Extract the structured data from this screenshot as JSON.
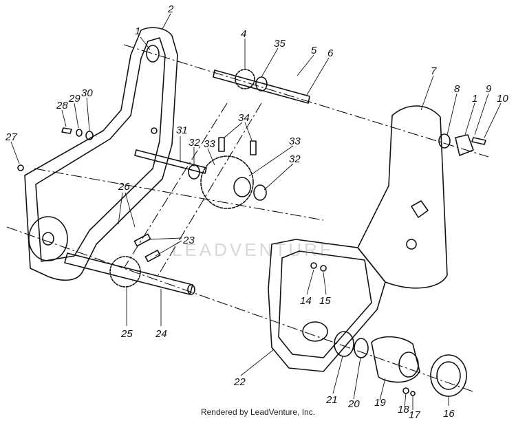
{
  "watermark": "LEADVENTURE",
  "footer": "Rendered by LeadVenture, Inc.",
  "parts": {
    "p1a": "1",
    "p1b": "1",
    "p2": "2",
    "p4": "4",
    "p5": "5",
    "p6": "6",
    "p7": "7",
    "p8": "8",
    "p9": "9",
    "p10": "10",
    "p14": "14",
    "p15": "15",
    "p16": "16",
    "p17": "17",
    "p18": "18",
    "p19": "19",
    "p20": "20",
    "p21": "21",
    "p22": "22",
    "p23": "23",
    "p24": "24",
    "p25": "25",
    "p26": "26",
    "p27": "27",
    "p28": "28",
    "p29": "29",
    "p30": "30",
    "p31": "31",
    "p32a": "32",
    "p32b": "32",
    "p33a": "33",
    "p33b": "33",
    "p34": "34",
    "p35": "35"
  }
}
